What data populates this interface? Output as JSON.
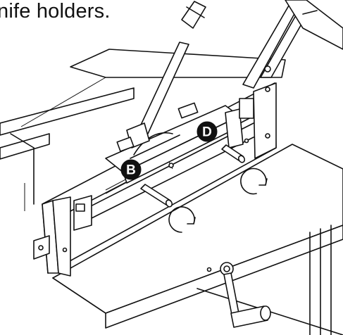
{
  "caption": "nife holders.",
  "callouts": [
    {
      "id": "B",
      "label": "B"
    },
    {
      "id": "D",
      "label": "D"
    }
  ],
  "rotation_arrows": [
    "clockwise",
    "clockwise"
  ],
  "colors": {
    "line": "#111111",
    "badge": "#111111",
    "background": "#ffffff"
  }
}
